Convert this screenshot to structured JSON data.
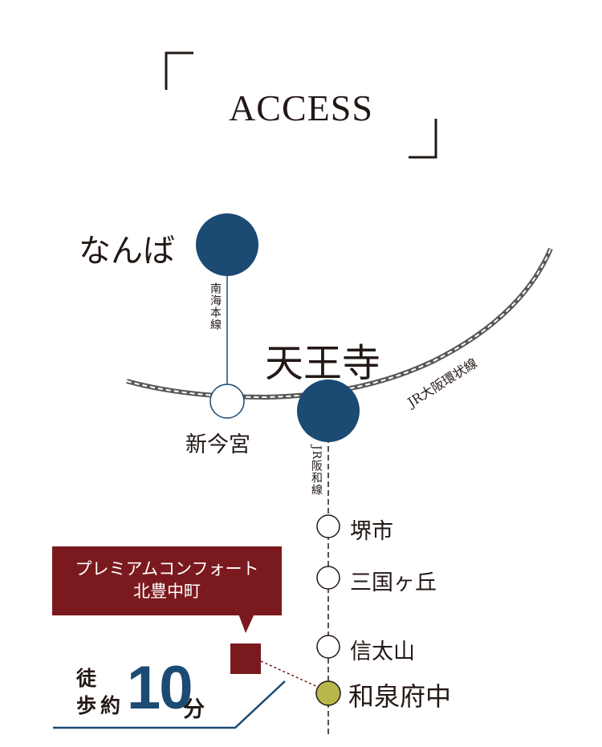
{
  "title": "ACCESS",
  "stations": {
    "namba": "なんば",
    "tennoji": "天王寺",
    "shin_imamiya": "新今宮",
    "sakaishi": "堺市",
    "mikunigaoka": "三国ヶ丘",
    "shinodayama": "信太山",
    "izumifuchu": "和泉府中"
  },
  "lines": {
    "nankai": "南海本線",
    "loop": "JR大阪環状線",
    "hanwa": "JR阪和線"
  },
  "property": {
    "line1": "プレミアムコンフォート",
    "line2": "北豊中町"
  },
  "walk": {
    "label_top": "徒",
    "label_bottom_1": "歩",
    "label_bottom_2": "約",
    "minutes": "10",
    "unit": "分"
  },
  "colors": {
    "major_station": "#1b4a73",
    "minor_station": "#ffffff",
    "target_station": "#b8b84a",
    "property": "#7b1a1e",
    "rail": "#595757"
  }
}
